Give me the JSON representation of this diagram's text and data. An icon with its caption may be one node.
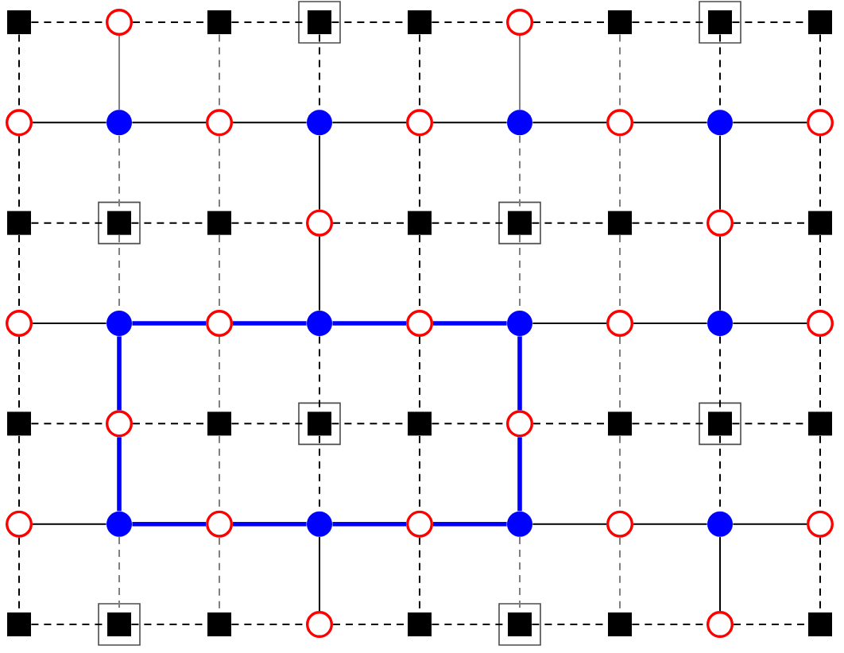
{
  "diagram": {
    "nodes": [
      {
        "text": [],
        "shape": "square"
      },
      {
        "text": [],
        "shape": "circle"
      },
      {
        "text": [],
        "shape": "square"
      },
      {
        "text": [],
        "shape": "box"
      },
      {
        "text": [],
        "shape": "square",
        "in": 3
      },
      {
        "text": [],
        "shape": "square"
      },
      {
        "text": [],
        "shape": "circle"
      },
      {
        "text": [],
        "shape": "square"
      },
      {
        "text": [],
        "shape": "box"
      },
      {
        "text": [],
        "shape": "square",
        "in": 8
      },
      {
        "text": [],
        "shape": "square"
      },
      {
        "text": [],
        "shape": "circle"
      },
      {
        "text": [],
        "shape": "dot"
      },
      {
        "text": [],
        "shape": "circle"
      },
      {
        "text": [],
        "shape": "dot"
      },
      {
        "text": [],
        "shape": "circle"
      },
      {
        "text": [],
        "shape": "dot"
      },
      {
        "text": [],
        "shape": "circle"
      },
      {
        "text": [],
        "shape": "dot"
      },
      {
        "text": [],
        "shape": "circle"
      },
      {
        "text": [],
        "shape": "square"
      },
      {
        "text": [],
        "shape": "box"
      },
      {
        "text": [],
        "shape": "square",
        "in": 21
      },
      {
        "text": [],
        "shape": "square"
      },
      {
        "text": [],
        "shape": "circle"
      },
      {
        "text": [],
        "shape": "square"
      },
      {
        "text": [],
        "shape": "box"
      },
      {
        "text": [],
        "shape": "square",
        "in": 26
      },
      {
        "text": [],
        "shape": "square"
      },
      {
        "text": [],
        "shape": "circle"
      },
      {
        "text": [],
        "shape": "square"
      },
      {
        "text": [],
        "shape": "circle"
      },
      {
        "text": [],
        "shape": "dot"
      },
      {
        "text": [],
        "shape": "circle"
      },
      {
        "text": [],
        "shape": "dot"
      },
      {
        "text": [],
        "shape": "circle"
      },
      {
        "text": [],
        "shape": "dot"
      },
      {
        "text": [],
        "shape": "circle"
      },
      {
        "text": [],
        "shape": "dot"
      },
      {
        "text": [],
        "shape": "circle"
      },
      {
        "text": [],
        "shape": "square"
      },
      {
        "text": [],
        "shape": "circle"
      },
      {
        "text": [],
        "shape": "square"
      },
      {
        "text": [],
        "shape": "box"
      },
      {
        "text": [],
        "shape": "square",
        "in": 43
      },
      {
        "text": [],
        "shape": "square"
      },
      {
        "text": [],
        "shape": "circle"
      },
      {
        "text": [],
        "shape": "square"
      },
      {
        "text": [],
        "shape": "box"
      },
      {
        "text": [],
        "shape": "square",
        "in": 48
      },
      {
        "text": [],
        "shape": "square"
      },
      {
        "text": [],
        "shape": "circle"
      },
      {
        "text": [],
        "shape": "dot"
      },
      {
        "text": [],
        "shape": "circle"
      },
      {
        "text": [],
        "shape": "dot"
      },
      {
        "text": [],
        "shape": "circle"
      },
      {
        "text": [],
        "shape": "dot"
      },
      {
        "text": [],
        "shape": "circle"
      },
      {
        "text": [],
        "shape": "dot"
      },
      {
        "text": [],
        "shape": "circle"
      },
      {
        "text": [],
        "shape": "square"
      },
      {
        "text": [],
        "shape": "box"
      },
      {
        "text": [],
        "shape": "square",
        "in": 61
      },
      {
        "text": [],
        "shape": "square"
      },
      {
        "text": [],
        "shape": "circle"
      },
      {
        "text": [],
        "shape": "square"
      },
      {
        "text": [],
        "shape": "box"
      },
      {
        "text": [],
        "shape": "square",
        "in": 66
      },
      {
        "text": [],
        "shape": "square"
      },
      {
        "text": [],
        "shape": "circle"
      },
      {
        "text": [],
        "shape": "square"
      }
    ],
    "edges": [
      {
        "from": 0,
        "to": 1,
        "arrow": "none",
        "style": "dashed"
      },
      {
        "from": 1,
        "to": 2,
        "arrow": "none",
        "style": "dashed"
      },
      {
        "from": 2,
        "to": 4,
        "arrow": "none",
        "style": "dashed"
      },
      {
        "from": 4,
        "to": 5,
        "arrow": "none",
        "style": "dashed"
      },
      {
        "from": 5,
        "to": 6,
        "arrow": "none",
        "style": "dashed"
      },
      {
        "from": 6,
        "to": 7,
        "arrow": "none",
        "style": "dashed"
      },
      {
        "from": 7,
        "to": 9,
        "arrow": "none",
        "style": "dashed"
      },
      {
        "from": 9,
        "to": 10,
        "arrow": "none",
        "style": "dashed"
      },
      {
        "from": 11,
        "to": 12,
        "arrow": "none"
      },
      {
        "from": 12,
        "to": 13,
        "arrow": "none"
      },
      {
        "from": 13,
        "to": 14,
        "arrow": "none"
      },
      {
        "from": 14,
        "to": 15,
        "arrow": "none"
      },
      {
        "from": 15,
        "to": 16,
        "arrow": "none"
      },
      {
        "from": 16,
        "to": 17,
        "arrow": "none"
      },
      {
        "from": 17,
        "to": 18,
        "arrow": "none"
      },
      {
        "from": 18,
        "to": 19,
        "arrow": "none"
      },
      {
        "from": 20,
        "to": 22,
        "arrow": "none",
        "style": "dashed"
      },
      {
        "from": 22,
        "to": 23,
        "arrow": "none",
        "style": "dashed"
      },
      {
        "from": 23,
        "to": 24,
        "arrow": "none",
        "style": "dashed"
      },
      {
        "from": 24,
        "to": 25,
        "arrow": "none",
        "style": "dashed"
      },
      {
        "from": 25,
        "to": 27,
        "arrow": "none",
        "style": "dashed"
      },
      {
        "from": 27,
        "to": 28,
        "arrow": "none",
        "style": "dashed"
      },
      {
        "from": 28,
        "to": 29,
        "arrow": "none",
        "style": "dashed"
      },
      {
        "from": 29,
        "to": 30,
        "arrow": "none",
        "style": "dashed"
      },
      {
        "from": 31,
        "to": 32,
        "arrow": "none"
      },
      {
        "from": 32,
        "to": 33,
        "arrow": "none",
        "style": "thick",
        "color": "#0000ff"
      },
      {
        "from": 33,
        "to": 34,
        "arrow": "none",
        "style": "thick",
        "color": "#0000ff"
      },
      {
        "from": 34,
        "to": 35,
        "arrow": "none",
        "style": "thick",
        "color": "#0000ff"
      },
      {
        "from": 35,
        "to": 36,
        "arrow": "none",
        "style": "thick",
        "color": "#0000ff"
      },
      {
        "from": 36,
        "to": 37,
        "arrow": "none"
      },
      {
        "from": 37,
        "to": 38,
        "arrow": "none"
      },
      {
        "from": 38,
        "to": 39,
        "arrow": "none"
      },
      {
        "from": 40,
        "to": 41,
        "arrow": "none",
        "style": "dashed"
      },
      {
        "from": 41,
        "to": 42,
        "arrow": "none",
        "style": "dashed"
      },
      {
        "from": 42,
        "to": 44,
        "arrow": "none",
        "style": "dashed"
      },
      {
        "from": 44,
        "to": 45,
        "arrow": "none",
        "style": "dashed"
      },
      {
        "from": 45,
        "to": 46,
        "arrow": "none",
        "style": "dashed"
      },
      {
        "from": 46,
        "to": 47,
        "arrow": "none",
        "style": "dashed"
      },
      {
        "from": 47,
        "to": 49,
        "arrow": "none",
        "style": "dashed"
      },
      {
        "from": 49,
        "to": 50,
        "arrow": "none",
        "style": "dashed"
      },
      {
        "from": 51,
        "to": 52,
        "arrow": "none"
      },
      {
        "from": 52,
        "to": 53,
        "arrow": "none",
        "style": "thick",
        "color": "#0000ff"
      },
      {
        "from": 53,
        "to": 54,
        "arrow": "none",
        "style": "thick",
        "color": "#0000ff"
      },
      {
        "from": 54,
        "to": 55,
        "arrow": "none",
        "style": "thick",
        "color": "#0000ff"
      },
      {
        "from": 55,
        "to": 56,
        "arrow": "none",
        "style": "thick",
        "color": "#0000ff"
      },
      {
        "from": 56,
        "to": 57,
        "arrow": "none"
      },
      {
        "from": 57,
        "to": 58,
        "arrow": "none"
      },
      {
        "from": 58,
        "to": 59,
        "arrow": "none"
      },
      {
        "from": 60,
        "to": 62,
        "arrow": "none",
        "style": "dashed"
      },
      {
        "from": 62,
        "to": 63,
        "arrow": "none",
        "style": "dashed"
      },
      {
        "from": 63,
        "to": 64,
        "arrow": "none",
        "style": "dashed"
      },
      {
        "from": 64,
        "to": 65,
        "arrow": "none",
        "style": "dashed"
      },
      {
        "from": 65,
        "to": 67,
        "arrow": "none",
        "style": "dashed"
      },
      {
        "from": 67,
        "to": 68,
        "arrow": "none",
        "style": "dashed"
      },
      {
        "from": 68,
        "to": 69,
        "arrow": "none",
        "style": "dashed"
      },
      {
        "from": 69,
        "to": 70,
        "arrow": "none",
        "style": "dashed"
      },
      {
        "from": 0,
        "to": 11,
        "arrow": "none",
        "style": "dashed"
      },
      {
        "from": 11,
        "to": 20,
        "arrow": "none",
        "style": "dashed"
      },
      {
        "from": 20,
        "to": 31,
        "arrow": "none",
        "style": "dashed"
      },
      {
        "from": 31,
        "to": 40,
        "arrow": "none",
        "style": "dashed"
      },
      {
        "from": 40,
        "to": 51,
        "arrow": "none",
        "style": "dashed"
      },
      {
        "from": 51,
        "to": 60,
        "arrow": "none",
        "style": "dashed"
      },
      {
        "from": 1,
        "to": 12,
        "arrow": "none",
        "color": "#808080"
      },
      {
        "from": 12,
        "to": 22,
        "arrow": "none",
        "style": "dashed",
        "color": "#808080"
      },
      {
        "from": 22,
        "to": 32,
        "arrow": "none",
        "style": "dashed",
        "color": "#808080"
      },
      {
        "from": 32,
        "to": 41,
        "arrow": "none",
        "style": "thick",
        "color": "#0000ff"
      },
      {
        "from": 41,
        "to": 52,
        "arrow": "none",
        "style": "thick",
        "color": "#0000ff"
      },
      {
        "from": 52,
        "to": 62,
        "arrow": "none",
        "style": "dashed",
        "color": "#808080"
      },
      {
        "from": 2,
        "to": 13,
        "arrow": "none",
        "style": "dashed",
        "color": "#808080"
      },
      {
        "from": 13,
        "to": 23,
        "arrow": "none",
        "style": "dashed",
        "color": "#808080"
      },
      {
        "from": 23,
        "to": 33,
        "arrow": "none",
        "style": "dashed",
        "color": "#808080"
      },
      {
        "from": 33,
        "to": 42,
        "arrow": "none",
        "style": "dashed",
        "color": "#808080"
      },
      {
        "from": 42,
        "to": 53,
        "arrow": "none",
        "style": "dashed",
        "color": "#808080"
      },
      {
        "from": 53,
        "to": 63,
        "arrow": "none",
        "style": "dashed",
        "color": "#808080"
      },
      {
        "from": 4,
        "to": 14,
        "arrow": "none",
        "style": "dashed"
      },
      {
        "from": 14,
        "to": 24,
        "arrow": "none"
      },
      {
        "from": 24,
        "to": 34,
        "arrow": "none"
      },
      {
        "from": 34,
        "to": 44,
        "arrow": "none",
        "style": "dashed"
      },
      {
        "from": 44,
        "to": 54,
        "arrow": "none",
        "style": "dashed"
      },
      {
        "from": 54,
        "to": 64,
        "arrow": "none"
      },
      {
        "from": 5,
        "to": 15,
        "arrow": "none",
        "style": "dashed"
      },
      {
        "from": 15,
        "to": 25,
        "arrow": "none",
        "style": "dashed"
      },
      {
        "from": 25,
        "to": 35,
        "arrow": "none",
        "style": "dashed"
      },
      {
        "from": 35,
        "to": 45,
        "arrow": "none",
        "style": "dashed"
      },
      {
        "from": 45,
        "to": 55,
        "arrow": "none",
        "style": "dashed"
      },
      {
        "from": 55,
        "to": 65,
        "arrow": "none",
        "style": "dashed"
      },
      {
        "from": 6,
        "to": 16,
        "arrow": "none",
        "color": "#808080"
      },
      {
        "from": 16,
        "to": 27,
        "arrow": "none",
        "style": "dashed",
        "color": "#808080"
      },
      {
        "from": 27,
        "to": 36,
        "arrow": "none",
        "style": "dashed",
        "color": "#808080"
      },
      {
        "from": 36,
        "to": 46,
        "arrow": "none",
        "style": "thick",
        "color": "#0000ff"
      },
      {
        "from": 46,
        "to": 56,
        "arrow": "none",
        "style": "thick",
        "color": "#0000ff"
      },
      {
        "from": 56,
        "to": 67,
        "arrow": "none",
        "style": "dashed",
        "color": "#808080"
      },
      {
        "from": 7,
        "to": 17,
        "arrow": "none",
        "style": "dashed",
        "color": "#808080"
      },
      {
        "from": 17,
        "to": 28,
        "arrow": "none",
        "style": "dashed",
        "color": "#808080"
      },
      {
        "from": 28,
        "to": 37,
        "arrow": "none",
        "style": "dashed",
        "color": "#808080"
      },
      {
        "from": 37,
        "to": 47,
        "arrow": "none",
        "style": "dashed",
        "color": "#808080"
      },
      {
        "from": 47,
        "to": 57,
        "arrow": "none",
        "style": "dashed",
        "color": "#808080"
      },
      {
        "from": 57,
        "to": 68,
        "arrow": "none",
        "style": "dashed",
        "color": "#808080"
      },
      {
        "from": 9,
        "to": 18,
        "arrow": "none",
        "style": "dashed"
      },
      {
        "from": 18,
        "to": 29,
        "arrow": "none"
      },
      {
        "from": 29,
        "to": 38,
        "arrow": "none"
      },
      {
        "from": 38,
        "to": 49,
        "arrow": "none",
        "style": "dashed"
      },
      {
        "from": 49,
        "to": 58,
        "arrow": "none",
        "style": "dashed"
      },
      {
        "from": 58,
        "to": 69,
        "arrow": "none"
      },
      {
        "from": 10,
        "to": 19,
        "arrow": "none",
        "style": "dashed"
      },
      {
        "from": 19,
        "to": 30,
        "arrow": "none",
        "style": "dashed"
      },
      {
        "from": 30,
        "to": 39,
        "arrow": "none",
        "style": "dashed"
      },
      {
        "from": 39,
        "to": 50,
        "arrow": "none",
        "style": "dashed"
      },
      {
        "from": 50,
        "to": 59,
        "arrow": "none",
        "style": "dashed"
      },
      {
        "from": 59,
        "to": 70,
        "arrow": "none",
        "style": "dashed"
      }
    ]
  }
}
